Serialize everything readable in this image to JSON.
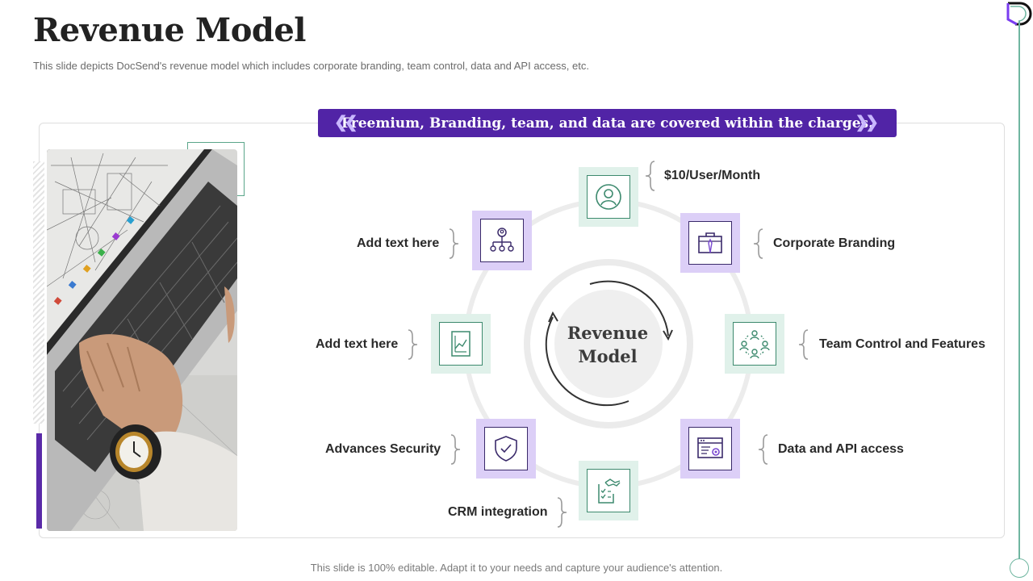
{
  "slide": {
    "title": "Revenue Model",
    "subtitle": "This slide depicts DocSend's revenue model which includes corporate branding, team control, data and API access, etc.",
    "footer": "This slide is 100% editable. Adapt it to your needs and capture your audience's attention."
  },
  "banner": {
    "text": "Freemium, Branding, team, and data are covered within the charges.",
    "left_chevron": "❮❮",
    "right_chevron": "❯❯",
    "color": "#5124a6"
  },
  "center": {
    "line1": "Revenue",
    "line2": "Model"
  },
  "items": [
    {
      "label": "$10/User/Month",
      "icon": "user-icon"
    },
    {
      "label": "Corporate Branding",
      "icon": "briefcase-icon"
    },
    {
      "label": "Team Control and Features",
      "icon": "team-icon"
    },
    {
      "label": "Data and API access",
      "icon": "api-settings-icon"
    },
    {
      "label": "CRM integration",
      "icon": "handshake-document-icon"
    },
    {
      "label": "Advances Security",
      "icon": "shield-check-icon"
    },
    {
      "label": "Add text here",
      "icon": "report-chart-icon"
    },
    {
      "label": "Add text here",
      "icon": "org-chart-icon"
    }
  ],
  "colors": {
    "accent_purple": "#5124a6",
    "accent_green": "#3d8a6e",
    "green_tile": "#e0f1ea",
    "purple_tile": "#dccff7"
  },
  "image": {
    "description_icon": "laptop-photo"
  }
}
